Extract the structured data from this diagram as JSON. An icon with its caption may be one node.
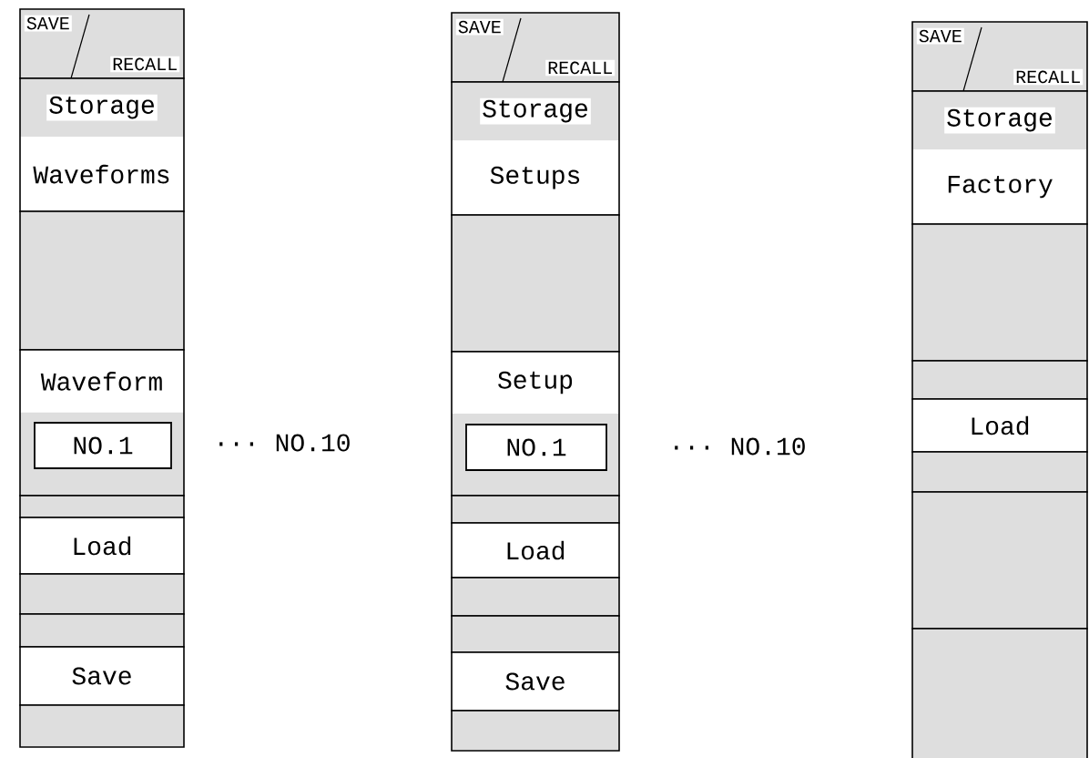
{
  "diagram": {
    "nodes": [
      {
        "text": [
          "SAVE",
          "RECALL"
        ]
      },
      {
        "text": [
          "Storage",
          "Waveforms"
        ]
      },
      {
        "text": [],
        "shape": "box"
      },
      {
        "text": [
          "Waveform"
        ]
      },
      {
        "text": [
          "NO.1"
        ],
        "in": 3
      },
      {
        "text": [],
        "shape": "box"
      },
      {
        "text": [
          "Load"
        ]
      },
      {
        "text": [],
        "shape": "box"
      },
      {
        "text": [],
        "shape": "box"
      },
      {
        "text": [
          "Save"
        ]
      },
      {
        "text": [],
        "shape": "box"
      },
      {
        "text": [
          "SAVE",
          "RECALL"
        ]
      },
      {
        "text": [
          "Storage",
          "Setups"
        ]
      },
      {
        "text": [],
        "shape": "box"
      },
      {
        "text": [
          "Setup"
        ]
      },
      {
        "text": [
          "NO.1"
        ],
        "in": 14
      },
      {
        "text": [],
        "shape": "box"
      },
      {
        "text": [
          "Load"
        ]
      },
      {
        "text": [],
        "shape": "box"
      },
      {
        "text": [],
        "shape": "box"
      },
      {
        "text": [
          "Save"
        ]
      },
      {
        "text": [],
        "shape": "box"
      },
      {
        "text": [
          "SAVE",
          "RECALL"
        ]
      },
      {
        "text": [
          "Storage",
          "Factory"
        ]
      },
      {
        "text": [],
        "shape": "box"
      },
      {
        "text": [],
        "shape": "box"
      },
      {
        "text": [
          "Load"
        ]
      },
      {
        "text": [],
        "shape": "box"
      },
      {
        "text": [],
        "shape": "box"
      },
      {
        "text": [],
        "shape": "box"
      }
    ],
    "labels": [
      "··· NO.10",
      "··· NO.10"
    ]
  }
}
